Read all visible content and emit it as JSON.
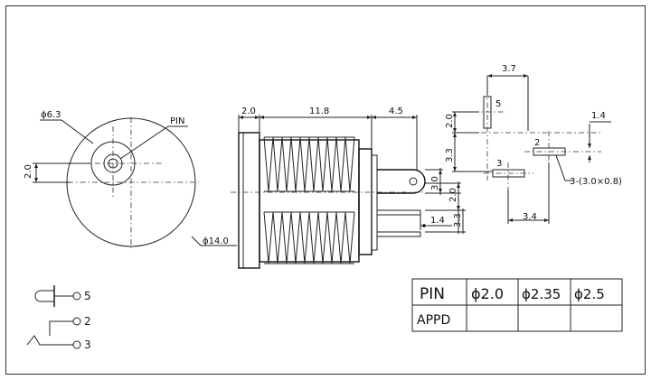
{
  "labels": {
    "front_phi_small": "ϕ6.3",
    "pin": "PIN",
    "front_left_dim": "2.0",
    "front_phi_large": "ϕ14.0",
    "side_dim_top_1": "2.0",
    "side_dim_top_2": "11.8",
    "side_dim_top_3": "4.5",
    "side_dim_r1": "3.0",
    "side_dim_r2": "2.0",
    "side_dim_r3": "3.3",
    "side_dim_14": "1.4",
    "pins_top": "3.7",
    "pin5": "5",
    "pins_20": "2.0",
    "pins_14": "1.4",
    "pin2": "2",
    "pins_33": "3.3",
    "pin3": "3",
    "pins_slot": "3-(3.0×0.8)",
    "pins_34": "3.4",
    "sch_5": "5",
    "sch_2": "2",
    "sch_3": "3"
  },
  "table": {
    "row1": [
      "PIN",
      "ϕ2.0",
      "ϕ2.35",
      "ϕ2.5"
    ],
    "row2": [
      "APPD",
      "",
      "",
      ""
    ]
  }
}
